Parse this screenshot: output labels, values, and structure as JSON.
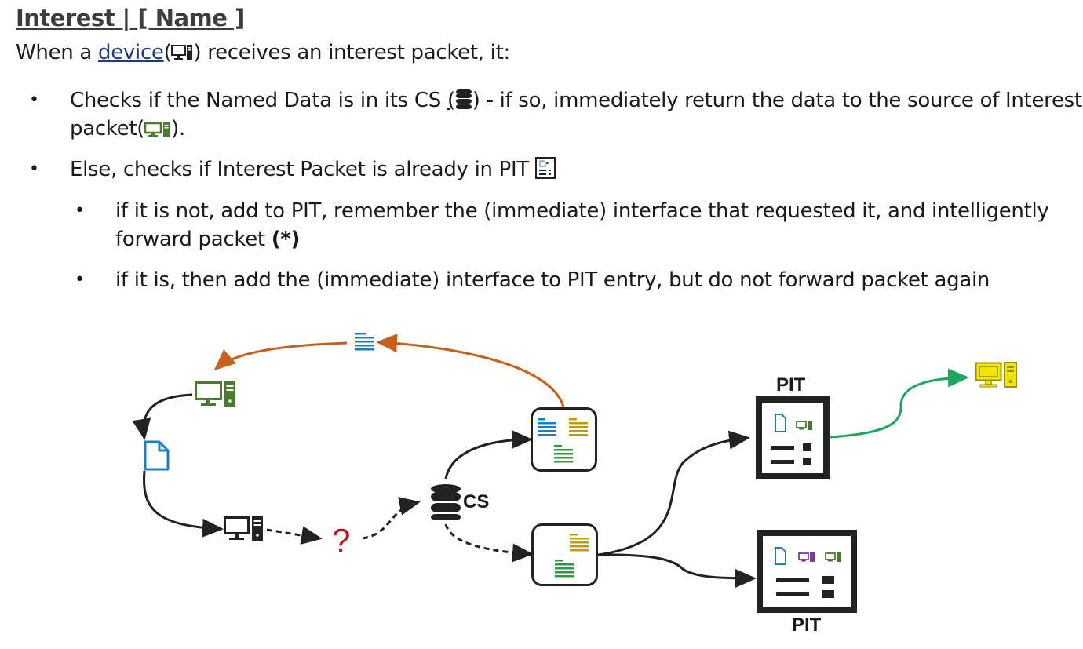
{
  "heading": "Interest | [ Name ]",
  "intro": {
    "before": "When a ",
    "link": "device",
    "after": ") receives an interest packet, it:"
  },
  "bullets": {
    "b1_line1_before": "Checks if the Named Data is in its CS ",
    "b1_line1_after": ") - if so, immediately return the data to the source of Interest",
    "b1_line2": "packet(",
    "b1_line2_end": ").",
    "b2": "Else, checks if Interest Packet is already in PIT",
    "b3_line1": "if it is not, add to PIT, remember the (immediate) interface that requested it, and intelligently",
    "b3_line2": "forward packet ",
    "b3_bold": "(*)",
    "b4": "if it is, then add the (immediate) interface to PIT entry, but do not forward packet again"
  },
  "diagram": {
    "cs_label": "CS",
    "question_mark": "?",
    "pit_top_label": "PIT",
    "pit_bottom_label": "PIT"
  },
  "colors": {
    "green_device": "#4a7a2e",
    "yellow_device": "#f2e500",
    "blue_data": "#1a7fc4",
    "gold_data": "#c79a0e",
    "green_data": "#2e9a3e",
    "orange_arrow": "#c8601a",
    "green_arrow": "#1aa85a",
    "red_question": "#c0101a",
    "purple_device": "#7a3aaa"
  }
}
